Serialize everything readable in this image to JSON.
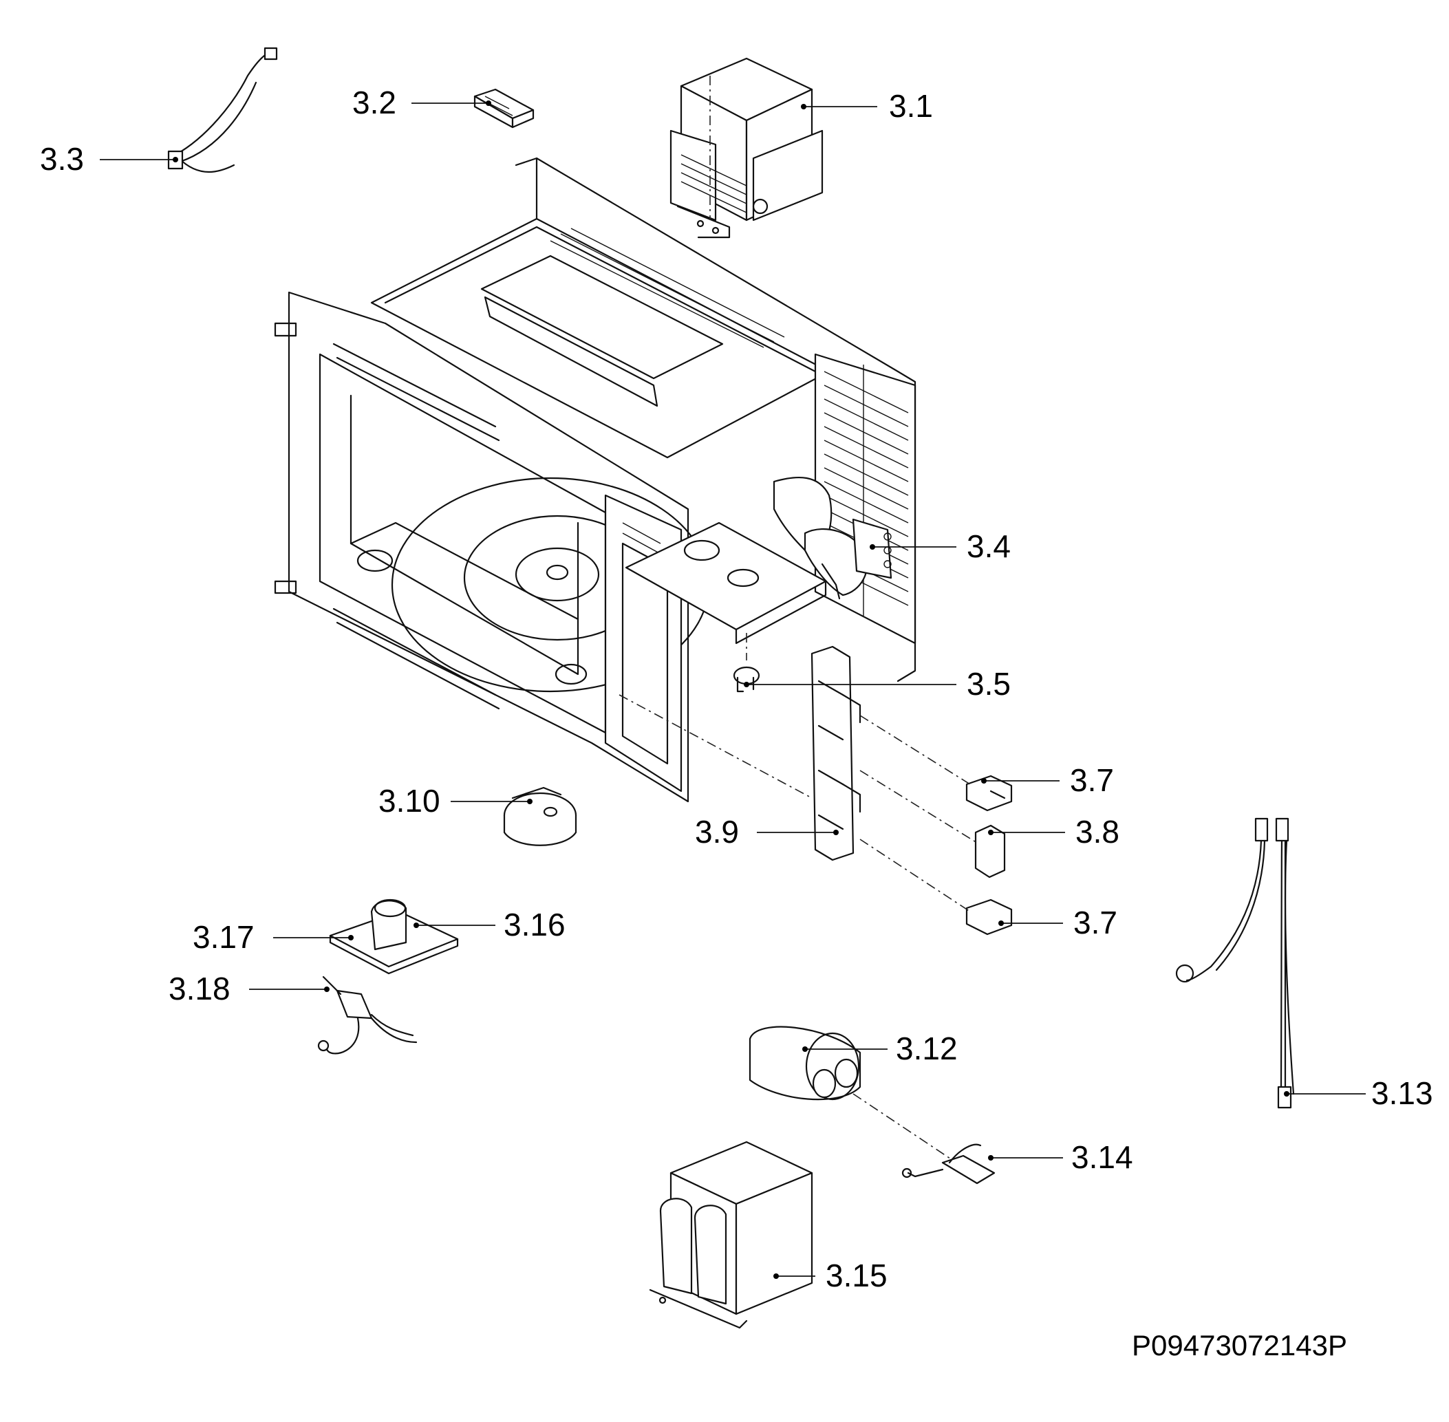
{
  "parts": [
    {
      "id": "p1",
      "label": "3.1"
    },
    {
      "id": "p2",
      "label": "3.2"
    },
    {
      "id": "p3",
      "label": "3.3"
    },
    {
      "id": "p4",
      "label": "3.4"
    },
    {
      "id": "p5",
      "label": "3.5"
    },
    {
      "id": "p7a",
      "label": "3.7"
    },
    {
      "id": "p8",
      "label": "3.8"
    },
    {
      "id": "p7b",
      "label": "3.7"
    },
    {
      "id": "p9",
      "label": "3.9"
    },
    {
      "id": "p10",
      "label": "3.10"
    },
    {
      "id": "p12",
      "label": "3.12"
    },
    {
      "id": "p13",
      "label": "3.13"
    },
    {
      "id": "p14",
      "label": "3.14"
    },
    {
      "id": "p15",
      "label": "3.15"
    },
    {
      "id": "p16",
      "label": "3.16"
    },
    {
      "id": "p17",
      "label": "3.17"
    },
    {
      "id": "p18",
      "label": "3.18"
    }
  ],
  "drawing_code": "P09473072143P"
}
